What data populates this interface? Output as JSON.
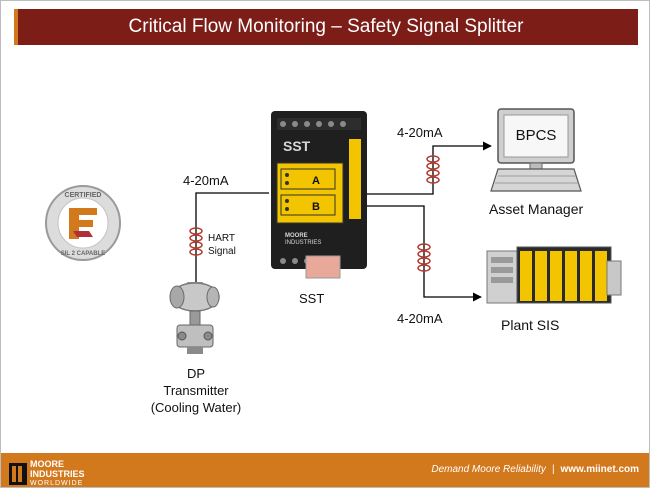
{
  "title": "Critical Flow Monitoring – Safety Signal Splitter",
  "labels": {
    "input_signal": "4-20mA",
    "hart_line1": "HART",
    "hart_line2": "Signal",
    "sst": "SST",
    "transmitter_line1": "DP",
    "transmitter_line2": "Transmitter",
    "transmitter_line3": "(Cooling Water)",
    "output_signal_top": "4-20mA",
    "output_signal_bottom": "4-20mA",
    "bpcs": "BPCS",
    "asset_manager": "Asset Manager",
    "plant_sis": "Plant SIS"
  },
  "device": {
    "brand": "SST",
    "channel_a": "A",
    "channel_b": "B",
    "maker_line1": "MOORE",
    "maker_line2": "INDUSTRIES"
  },
  "badge": {
    "top": "CERTIFIED",
    "bottom": "SIL 2 CAPABLE"
  },
  "footer": {
    "logo_line1": "MOORE",
    "logo_line2": "INDUSTRIES",
    "logo_line3": "WORLDWIDE",
    "tagline": "Demand Moore Reliability",
    "separator": "|",
    "website": "www.miinet.com"
  },
  "colors": {
    "title_bar": "#7d1d18",
    "accent": "#d3791d",
    "device_yellow": "#f2c500",
    "coil": "#b03a2e"
  }
}
